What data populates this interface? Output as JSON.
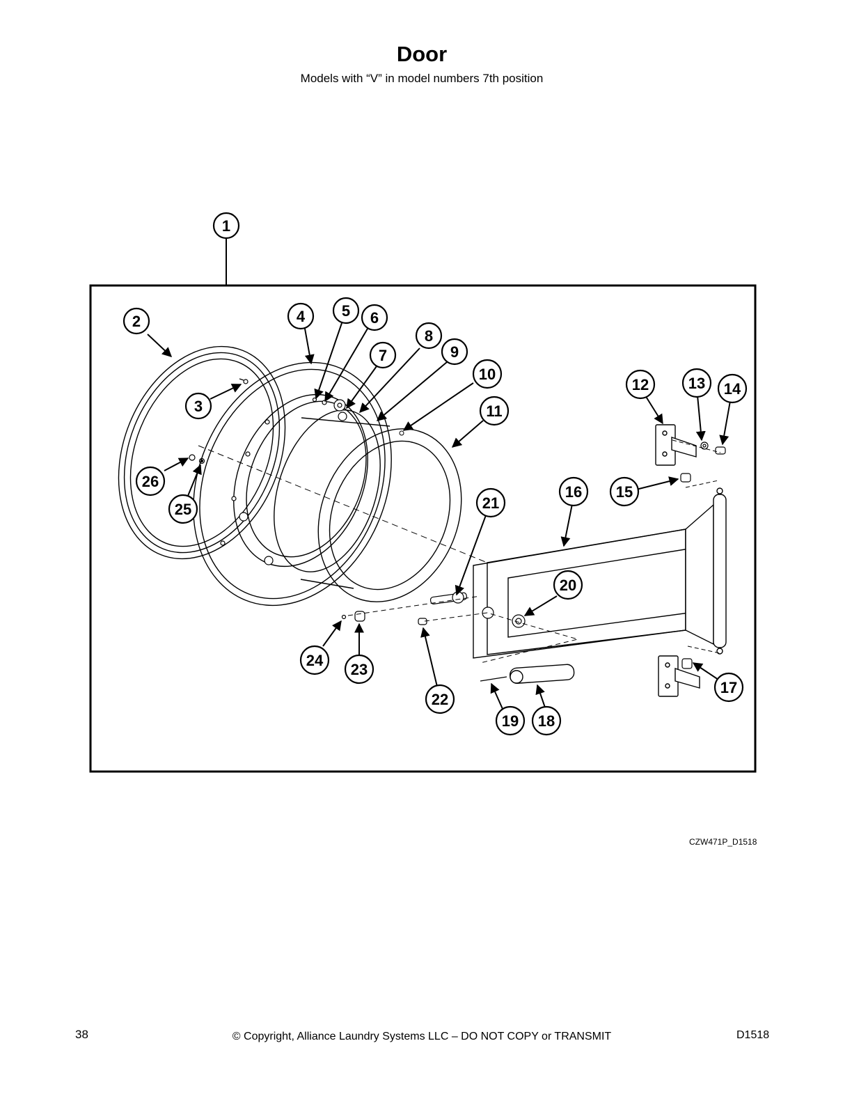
{
  "header": {
    "title": "Door",
    "subtitle": "Models with “V” in model numbers 7th position"
  },
  "diagram": {
    "callouts": [
      "1",
      "2",
      "3",
      "4",
      "5",
      "6",
      "7",
      "8",
      "9",
      "10",
      "11",
      "12",
      "13",
      "14",
      "15",
      "16",
      "17",
      "18",
      "19",
      "20",
      "21",
      "22",
      "23",
      "24",
      "25",
      "26"
    ],
    "figure_id": "CZW471P_D1518"
  },
  "footer": {
    "page_number": "38",
    "copyright": "© Copyright, Alliance Laundry Systems LLC – DO NOT COPY or TRANSMIT",
    "doc_code": "D1518"
  }
}
